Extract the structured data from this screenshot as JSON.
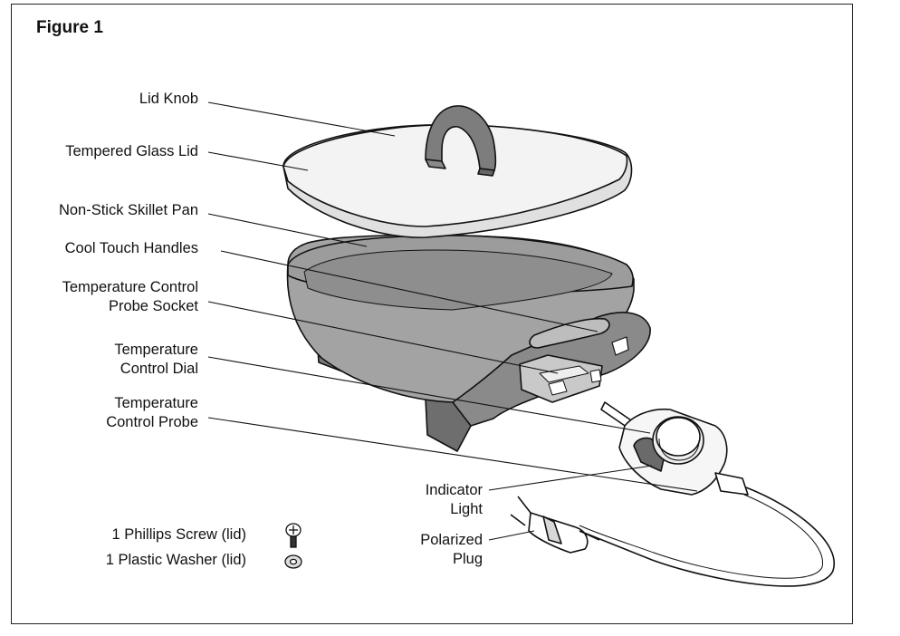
{
  "figure": {
    "title": "Figure 1"
  },
  "labels": {
    "lid_knob": "Lid Knob",
    "tempered_glass_lid": "Tempered Glass Lid",
    "skillet_pan": "Non-Stick Skillet Pan",
    "cool_touch_handles": "Cool Touch Handles",
    "probe_socket_line1": "Temperature Control",
    "probe_socket_line2": "Probe Socket",
    "dial_line1": "Temperature",
    "dial_line2": "Control Dial",
    "probe_line1": "Temperature",
    "probe_line2": "Control Probe",
    "indicator_line1": "Indicator",
    "indicator_line2": "Light",
    "plug_line1": "Polarized",
    "plug_line2": "Plug"
  },
  "parts_list": {
    "screw": "1 Phillips Screw (lid)",
    "washer": "1 Plastic Washer (lid)"
  },
  "icons": [
    "phillips-screw-icon",
    "washer-icon"
  ],
  "colors": {
    "part_fill": "#9a9a9a",
    "part_dark": "#6e6e6e",
    "lid_fill": "#ececec",
    "line": "#111111"
  }
}
